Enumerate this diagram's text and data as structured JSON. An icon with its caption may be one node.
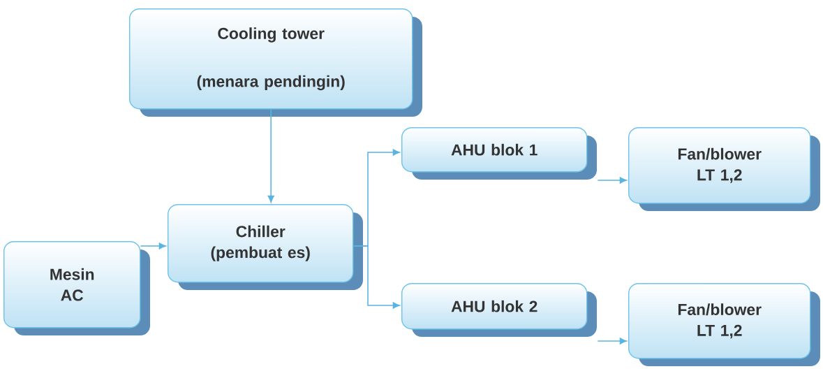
{
  "diagram": {
    "nodes": [
      {
        "text": [
          "Cooling tower",
          "(menara pendingin)"
        ]
      },
      {
        "text": [
          "Mesin AC"
        ]
      },
      {
        "text": [
          "Chiller (pembuat es)"
        ]
      },
      {
        "text": [
          "AHU blok 1"
        ]
      },
      {
        "text": [
          "Fan/blower LT 1,2"
        ]
      },
      {
        "text": [
          "AHU blok 2"
        ]
      },
      {
        "text": [
          "Fan/blower LT 1,2"
        ]
      }
    ],
    "edges": [
      {
        "from": 0,
        "to": 2,
        "arrow": "to"
      },
      {
        "from": 1,
        "to": 2,
        "arrow": "to"
      },
      {
        "from": 2,
        "to": 3,
        "arrow": "to"
      },
      {
        "from": 2,
        "to": 5,
        "arrow": "to"
      },
      {
        "from": 3,
        "to": 4,
        "arrow": "to"
      },
      {
        "from": 5,
        "to": 6,
        "arrow": "to"
      }
    ]
  }
}
